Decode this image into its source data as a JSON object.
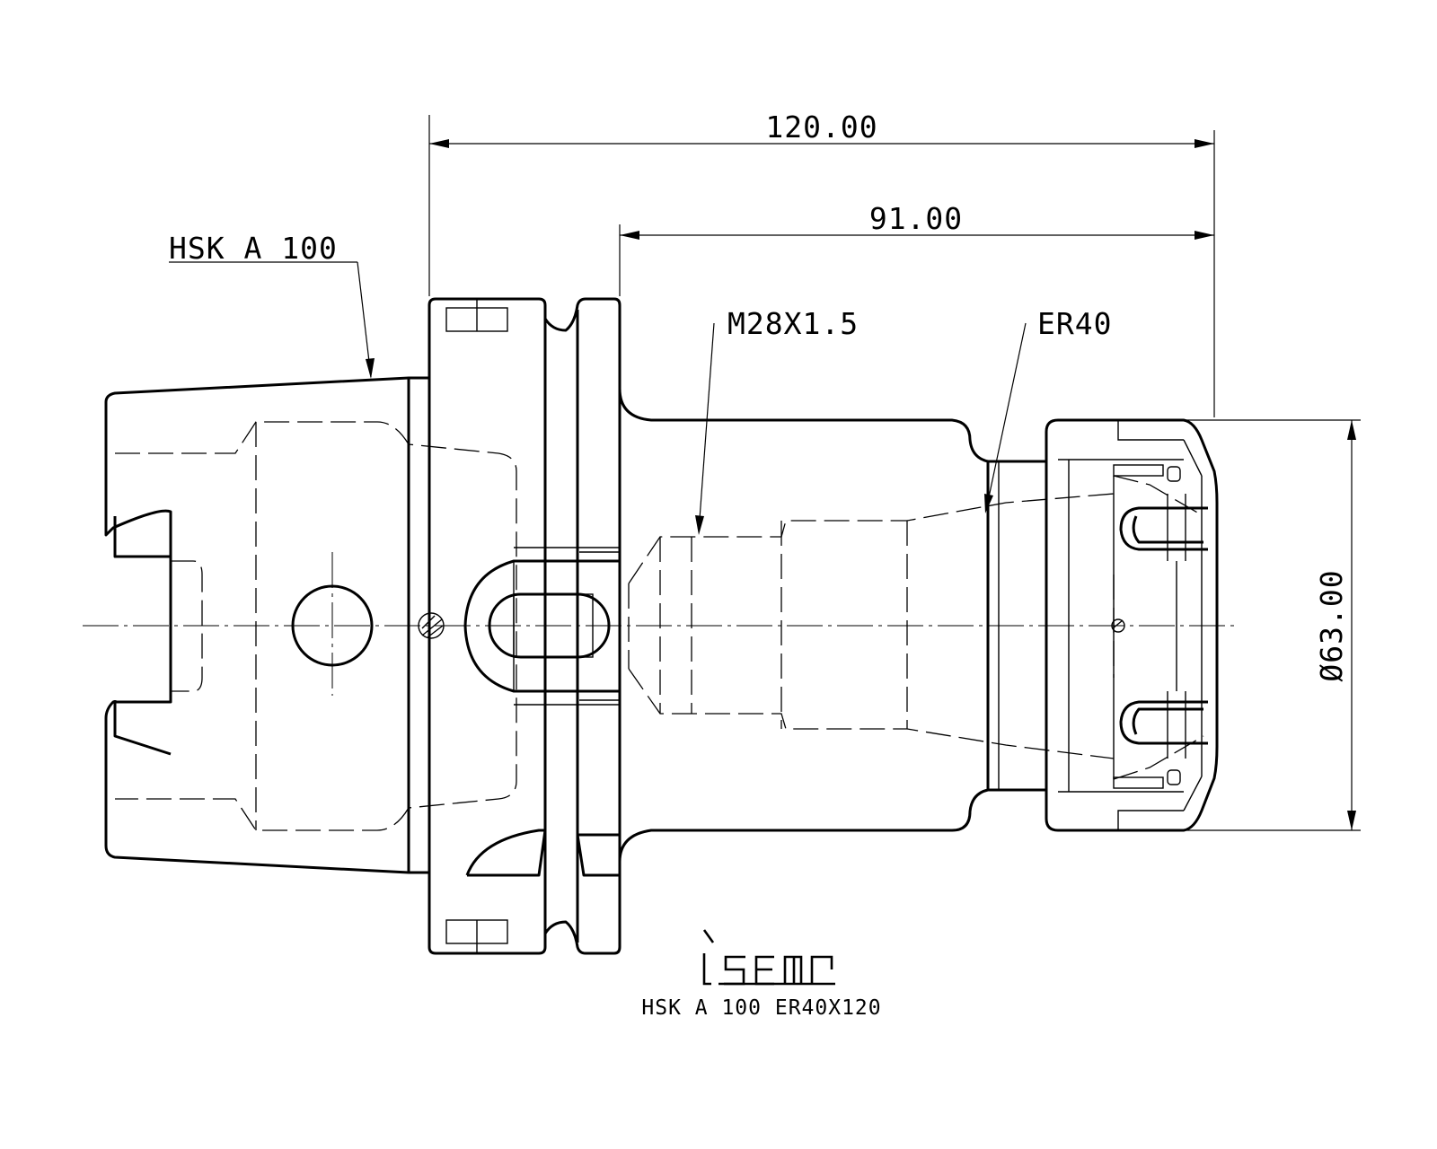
{
  "dimensions": {
    "overall_length": "120.00",
    "shank_length": "91.00",
    "nut_diameter": "Ø63.00"
  },
  "callouts": {
    "taper": "HSK A 100",
    "thread": "M28X1.5",
    "collet": "ER40"
  },
  "title_block": {
    "brand": "iscar",
    "designation": "HSK A 100 ER40X120"
  }
}
